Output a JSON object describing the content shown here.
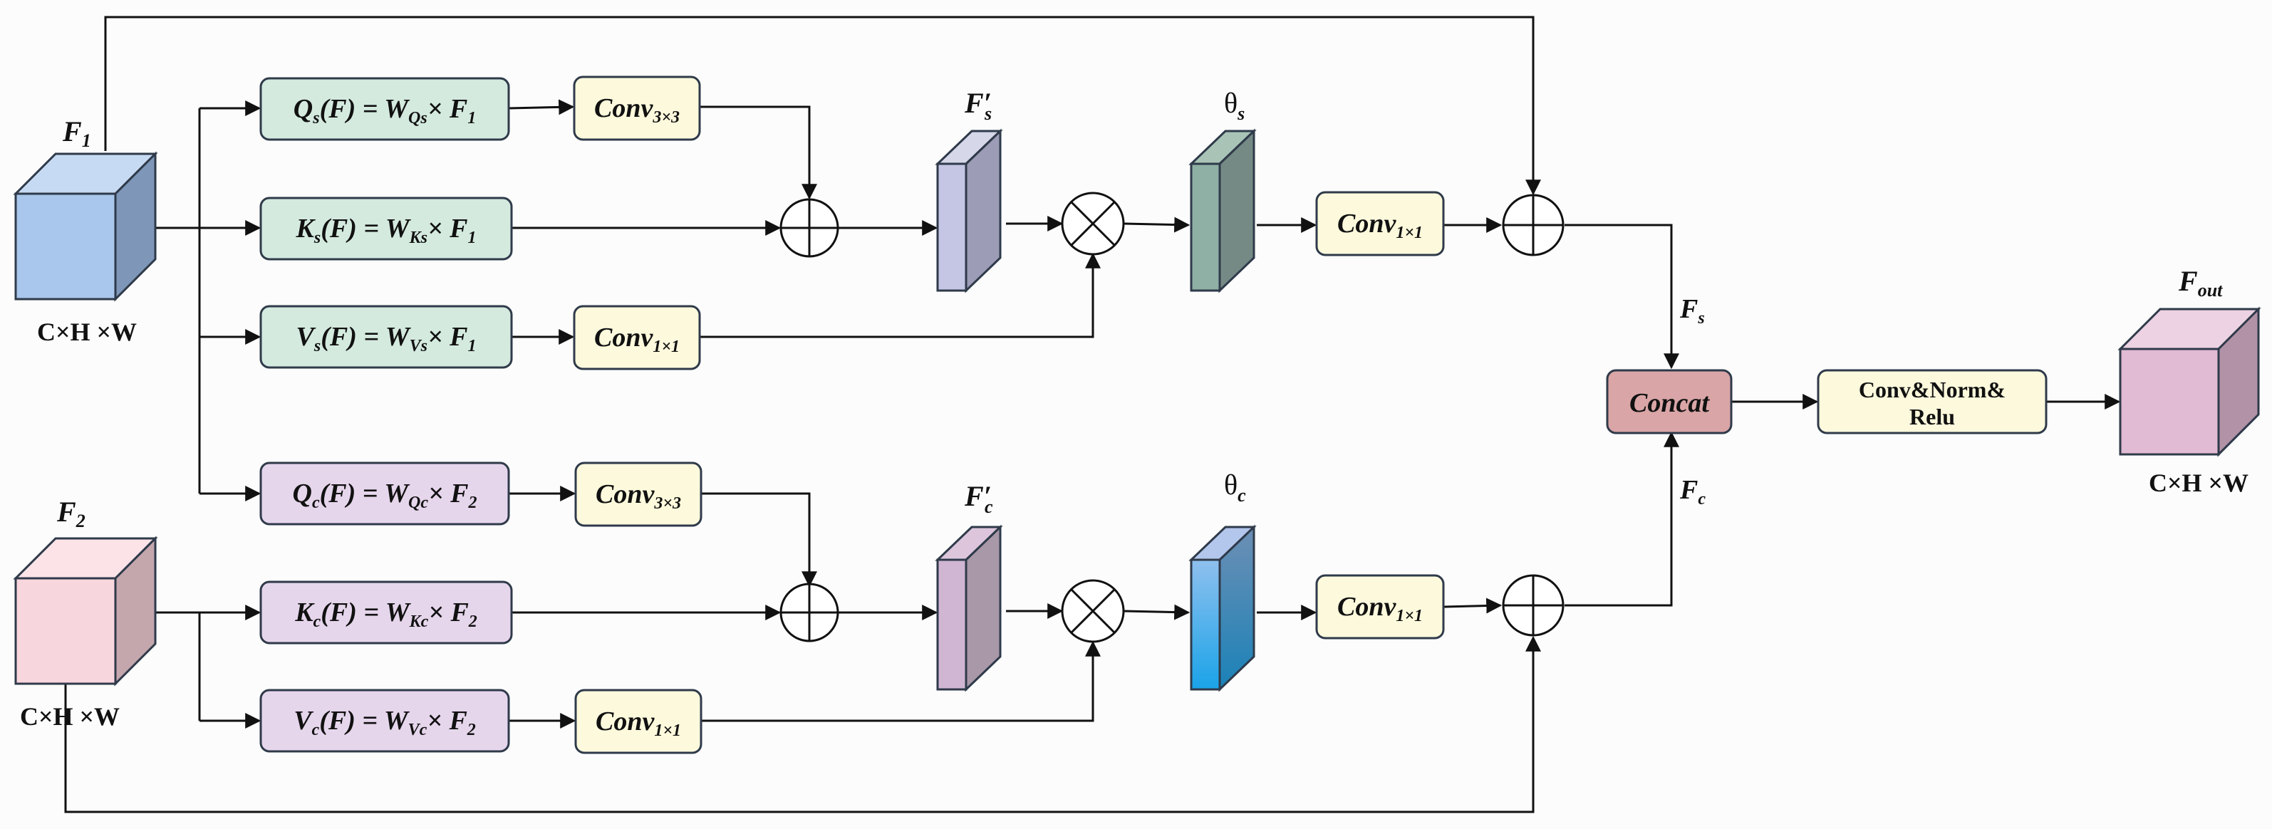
{
  "labels": {
    "f1": "F",
    "f1_sub": "1",
    "f2": "F",
    "f2_sub": "2",
    "size_f1": "C×H ×W",
    "size_f2": "C×H ×W",
    "size_out": "C×H ×W",
    "fout": "F",
    "fout_sub": "out",
    "fs": "F",
    "fs_sub": "s",
    "fc": "F",
    "fc_sub": "c",
    "fs_prime": "F′",
    "fs_prime_sub": "s",
    "fc_prime": "F′",
    "fc_prime_sub": "c",
    "theta_s": "θ",
    "theta_s_sub": "s",
    "theta_c": "θ",
    "theta_c_sub": "c"
  },
  "proj": {
    "qs": {
      "a": "Q",
      "as": "s",
      "b": "(F) = W",
      "bs": "Qs",
      "c": "× F",
      "cs": "1"
    },
    "ks": {
      "a": "K",
      "as": "s",
      "b": "(F) = W",
      "bs": "Ks",
      "c": "× F",
      "cs": "1"
    },
    "vs": {
      "a": "V",
      "as": "s",
      "b": "(F) = W",
      "bs": "Vs",
      "c": "× F",
      "cs": "1"
    },
    "qc": {
      "a": "Q",
      "as": "c",
      "b": "(F) = W",
      "bs": "Qc",
      "c": "× F",
      "cs": "2"
    },
    "kc": {
      "a": "K",
      "as": "c",
      "b": "(F) = W",
      "bs": "Kc",
      "c": "× F",
      "cs": "2"
    },
    "vc": {
      "a": "V",
      "as": "c",
      "b": "(F) = W",
      "bs": "Vc",
      "c": "× F",
      "cs": "2"
    }
  },
  "conv": {
    "name": "Conv",
    "k3": "3×3",
    "k1": "1×1"
  },
  "concat": "Concat",
  "cnr_line1": "Conv&Norm&",
  "cnr_line2": "Relu",
  "colors": {
    "green_box": "#d4eadf",
    "yellow_box": "#fdf9dc",
    "purple_box": "#e6d6ec",
    "concat_box": "#d9a5a6",
    "cube_blue": "#b3ccec",
    "cube_pink": "#f8d6dd",
    "cube_out": "#e1bad3"
  }
}
